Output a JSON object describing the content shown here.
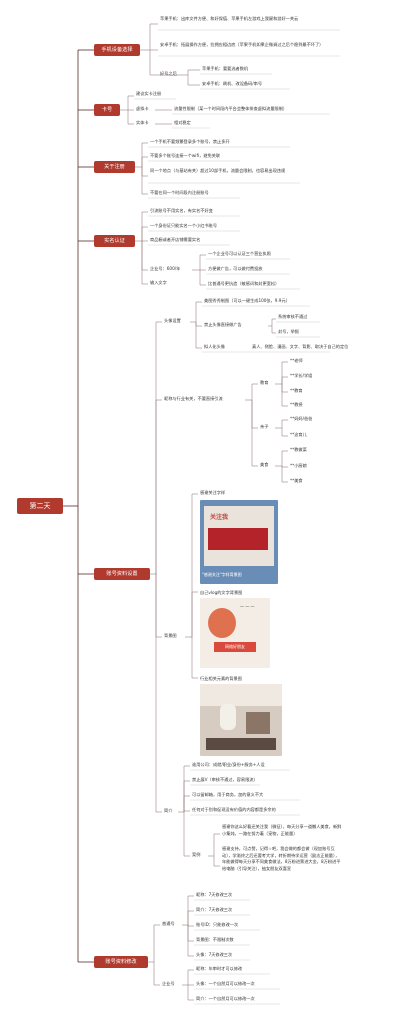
{
  "root": "第二天",
  "categories": {
    "device": "手机设备选择",
    "sim": "卡号",
    "register": "关于注册",
    "realname": "实名认证",
    "setup": "账号资料设置",
    "modify": "账号资料修改"
  },
  "device": {
    "apple": "苹果手机：出库文件方便、和好保值、苹果手机左游戏上我屡和游好一关云",
    "android": "安卓手机：拓展操作方便，拉拥应粗边底（苹果手机如果企微调过之后个稳到最不坏了）",
    "benefits": "好号之后",
    "apple_short": "苹果手机：要要选者数机",
    "android_short": "安卓手机：刷机、改设备码/串号"
  },
  "sim": {
    "advice": "建议实卡注册",
    "virtual": "虚拟卡",
    "virtual_note": "流量性限制（某一个时间段内平台会整体排查虚拟流量限制）",
    "physical": "实体卡",
    "physical_note": "相对稳定"
  },
  "register": {
    "r1": "一个手机不要频繁登录多个账号，禁止多开",
    "r2": "不要多个账号连接一个wifi，避免关联",
    "r3": "同一个地点（与基站有关）超过10部手机，流量会限制，也容易出现违规",
    "r4": "不要在同一个时间段内注册账号"
  },
  "realname": {
    "r1": "引流账号不用实名，有实名不好变",
    "r2": "一个身份证只能实名一个小红书账号",
    "r3": "商品橱或者开店铺需要实名",
    "enterprise": "企业号：600/年",
    "e1": "一个企业号可以认证三个营业执照",
    "e2": "方便做广告，可以做付费投放",
    "e3": "比普通号更抗造（敏感词和封更宽松）",
    "persona": "输入文字"
  },
  "setup": {
    "avatar": "头像设置",
    "a1": "美图秀秀制图（可以一键生成100张，9.9元）",
    "a2_label": "禁止头像直接做广告",
    "a2_1": "系统审核不通过",
    "a2_2": "封号，举报",
    "a3_label": "拟人化头像",
    "a3_note": "真人、侧脸、漫画、文字、背影、取决于自己的定位",
    "nick": "昵称与行业有关，不要直接引流",
    "edu": "教育",
    "edu_items": [
      "**老师",
      "**学长/学姐",
      "**教育",
      "**教授"
    ],
    "parent": "亲子",
    "parent_items": [
      "**妈妈/爸爸",
      "**这育儿"
    ],
    "food": "美食",
    "food_items": [
      "**教做菜",
      "**小厨娘",
      "**美食"
    ],
    "bg_label": "背景图",
    "img1_caption": "感谢关注字样",
    "img1_text": "关注我",
    "img1_bottom": "\"感谢关注\"字样背景图",
    "img2_caption": "自己vlog的文字背景图",
    "img2_text": "网络好朋友",
    "img3_caption": "行业相关元素的背景图",
    "intro": "简介",
    "i1": "谁用公司：成就/职业/身份+服务+人设",
    "i2": "禁止展V（审核不通过，容易限流）",
    "i3": "可以留邮箱，用于商务，加的意义不大",
    "i4": "任何对于别和促现没有价值的内容都是多余的",
    "case": "案例",
    "c1": "感谢你这么好看还关注我（微征），每天分享一道懒人美食，新鲜小集炖，一路在努力着（宠物，正能量）",
    "c2": "感谢支持，可点赞，记得☆吧，我会做的都会做（现加账号互动），学渐终之后还要考大学，转折期待学运营（励志正能量），年能做得每天分享不同美食做法，8万粉进票进大金，8万粉进平给电脑（引导关注），抽女朋友双喜宣"
  },
  "modify": {
    "normal": "普通号",
    "n1": "昵称：7天修改三次",
    "n2": "简介：7天修改三次",
    "n3": "账号ID：只能修改一次",
    "n4": "背景图：不限制次数",
    "n5": "头像：7天修改三次",
    "enterprise": "企业号",
    "e1": "昵称：年审时才可以修改",
    "e2": "头像：一个自然月可以修改一次",
    "e3": "简介：一个自然月可以修改一次"
  }
}
